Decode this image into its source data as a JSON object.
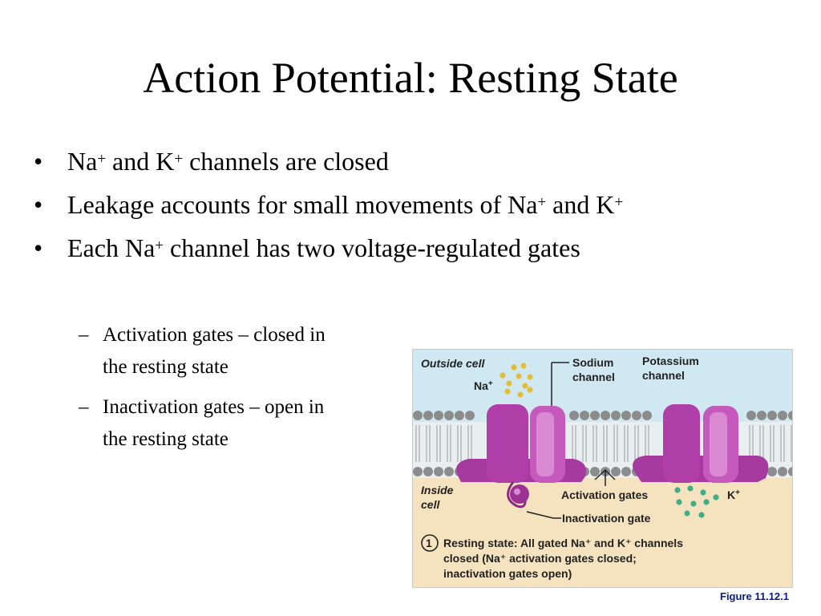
{
  "slide": {
    "title": "Action Potential: Resting State",
    "bullets": [
      {
        "parts": [
          "Na",
          "+",
          " and K",
          "+",
          " channels are closed"
        ]
      },
      {
        "parts": [
          "Leakage accounts for small movements of Na",
          "+",
          " and K",
          "+",
          ""
        ]
      },
      {
        "parts": [
          "Each Na",
          "+",
          " channel has two voltage-regulated gates",
          "",
          ""
        ]
      }
    ],
    "bullet_glyph": "•",
    "dash_glyph": "–",
    "sub_bullets": [
      "Activation gates – closed in the resting state",
      "Inactivation gates – open in the resting state"
    ],
    "figure_ref": "Figure 11.12.1"
  },
  "figure": {
    "outside_label": "Outside cell",
    "inside_label_1": "Inside",
    "inside_label_2": "cell",
    "na_label": "Na",
    "na_sup": "+",
    "k_label": "K",
    "k_sup": "+",
    "sodium_label_1": "Sodium",
    "sodium_label_2": "channel",
    "potassium_label_1": "Potassium",
    "potassium_label_2": "channel",
    "activation_label": "Activation gates",
    "inactivation_label": "Inactivation gate",
    "step_number": "1",
    "caption_line1": "Resting state: All gated Na⁺ and K⁺ channels",
    "caption_line2": "closed (Na⁺ activation gates closed;",
    "caption_line3": "inactivation gates open)",
    "colors": {
      "outside": "#cfe8f2",
      "inside": "#f5e2bf",
      "protein": "#b03ea8",
      "protein_light": "#d779cf",
      "lipid_head": "#8c8c8c",
      "sodium_ion": "#e2bd3a",
      "potassium_ion": "#3fae86"
    }
  }
}
